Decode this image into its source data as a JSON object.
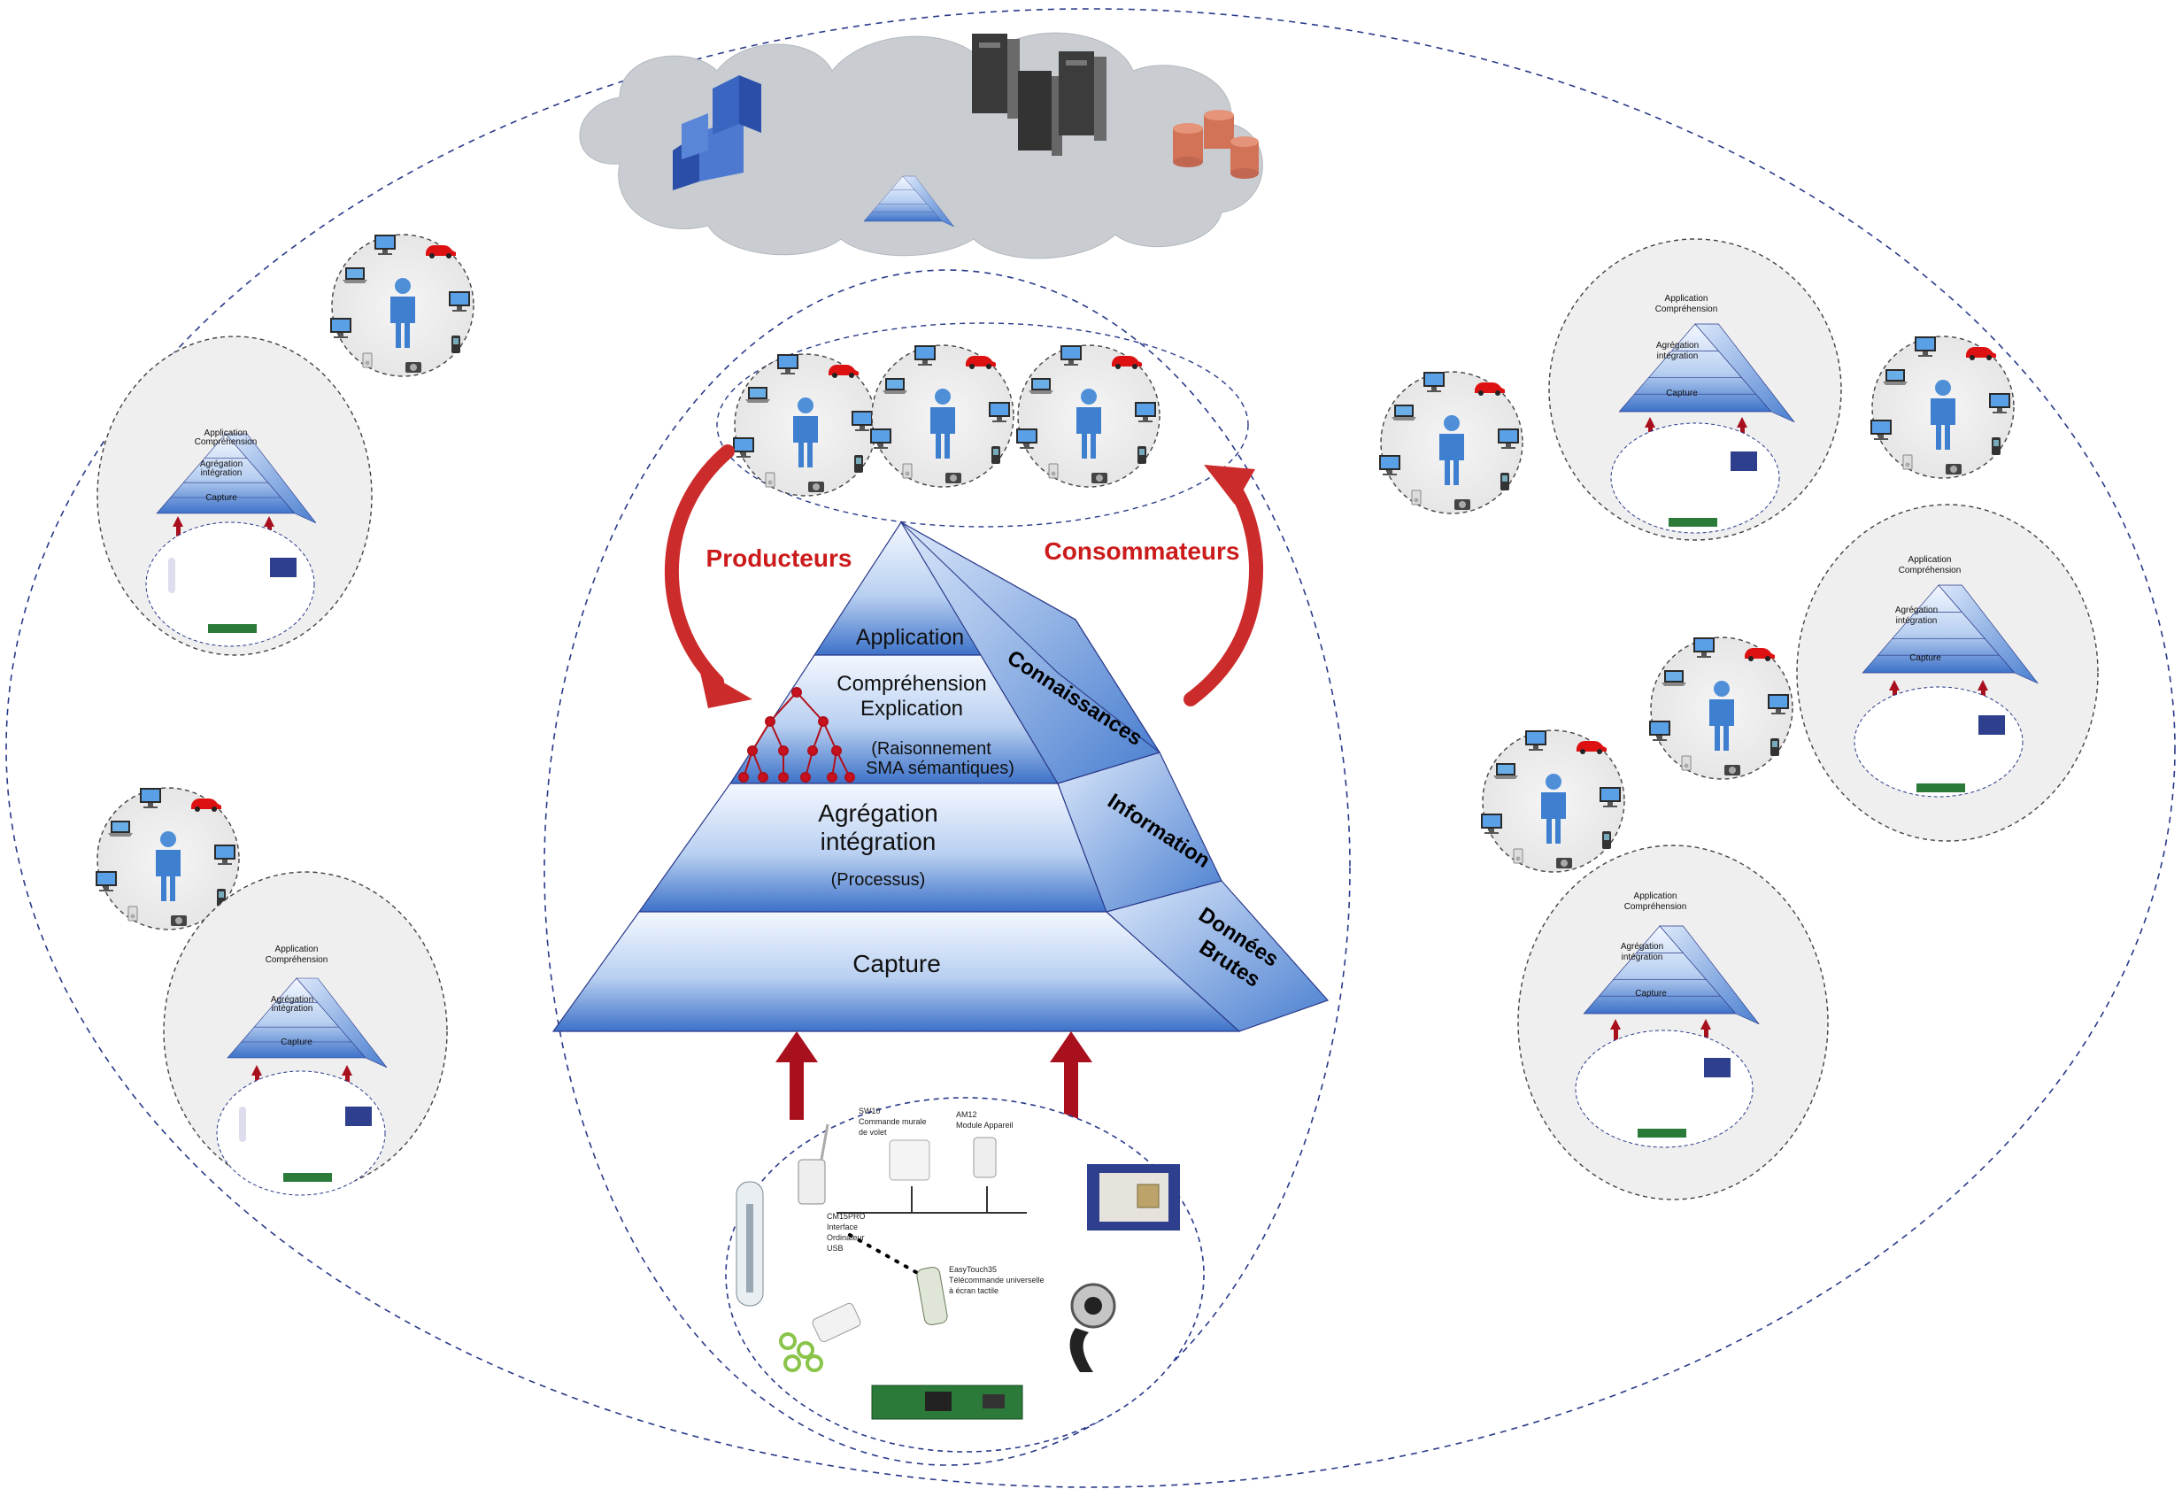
{
  "pyramid": {
    "layers": {
      "application": "Application",
      "comprehension": "Compréhension",
      "explication": "Explication",
      "raisonnement": "(Raisonnement",
      "sma": "SMA sémantiques)",
      "agregation": "Agrégation",
      "integration": "intégration",
      "processus": "(Processus)",
      "capture": "Capture"
    },
    "side": {
      "connaissances": "Connaissances",
      "information": "Information",
      "donnees": "Données",
      "brutes": "Brutes"
    }
  },
  "flows": {
    "producteurs": "Producteurs",
    "consommateurs": "Consommateurs"
  },
  "devices": {
    "cm15pro": [
      "CM15PRO",
      "Interface",
      "Ordinateur",
      "USB"
    ],
    "sw10": [
      "SW10",
      "Commande murale",
      "de volet"
    ],
    "am12": [
      "AM12",
      "Module Appareil"
    ],
    "easytouch": [
      "EasyTouch35",
      "Télécommande universelle",
      "à écran tactile"
    ]
  },
  "colors": {
    "pyramid_light": "#e9f2ff",
    "pyramid_dark": "#3d72c9",
    "arrow_red": "#cc2b2b",
    "label_red": "#cc1b1b",
    "dashed": "#2a3a8a",
    "cloud": "#c9cdd2",
    "bubble": "#efefef"
  },
  "icons": [
    "person-icon",
    "computer-icon",
    "car-icon",
    "phone-icon",
    "camera-icon",
    "server-icon",
    "building-icon",
    "database-icon",
    "thermometer-icon",
    "webcam-icon",
    "sensor-board-icon"
  ]
}
